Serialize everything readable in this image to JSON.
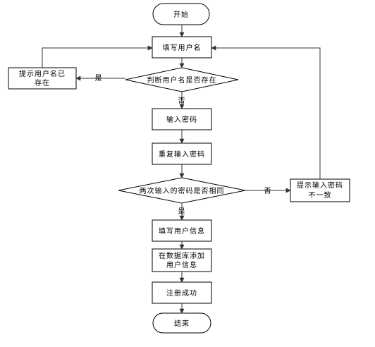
{
  "nodes": {
    "start": "开始",
    "fill_username": "填写用户名",
    "check_username": "判断用户名是否存在",
    "hint_exists_line1": "提示用户名已",
    "hint_exists_line2": "存在",
    "enter_password": "输入密码",
    "repeat_password": "重复输入密码",
    "compare_passwords": "两次输入的密码是否相同",
    "hint_mismatch_line1": "提示输入密码",
    "hint_mismatch_line2": "不一致",
    "fill_userinfo": "填写用户信息",
    "db_add_line1": "在数据库添加",
    "db_add_line2": "用户信息",
    "register_success": "注册成功",
    "end": "结束"
  },
  "edge_labels": {
    "exists_yes": "是",
    "exists_no": "否",
    "same_no": "否",
    "same_yes": "是"
  }
}
